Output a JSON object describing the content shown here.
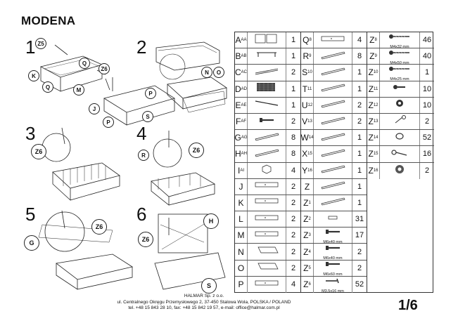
{
  "title": "MODENA",
  "steps": [
    "1",
    "2",
    "3",
    "4",
    "5",
    "6"
  ],
  "callouts": {
    "s1": [
      "Z5",
      "K",
      "Q",
      "Z6",
      "Q",
      "M",
      "J",
      "P",
      "P",
      "S"
    ],
    "s2": [
      "N",
      "O"
    ],
    "s3": [
      "Z6"
    ],
    "s4": [
      "R",
      "Z6"
    ],
    "s5": [
      "G",
      "Z6"
    ],
    "s6": [
      "Z6",
      "H",
      "S"
    ]
  },
  "parts": {
    "col1": [
      {
        "letter": "A",
        "sub": "AA",
        "qty": "1",
        "icon": "doors-icon"
      },
      {
        "letter": "B",
        "sub": "AB",
        "qty": "1",
        "icon": "handle-icon"
      },
      {
        "letter": "C",
        "sub": "AC",
        "qty": "2",
        "icon": "rail-icon"
      },
      {
        "letter": "D",
        "sub": "AD",
        "qty": "1",
        "icon": "mesh-icon"
      },
      {
        "letter": "E",
        "sub": "AE",
        "qty": "1",
        "icon": "rod-icon"
      },
      {
        "letter": "F",
        "sub": "AF",
        "qty": "2",
        "icon": "bolt-icon"
      },
      {
        "letter": "G",
        "sub": "AG",
        "qty": "8",
        "icon": "slat-icon"
      },
      {
        "letter": "H",
        "sub": "AH",
        "qty": "8",
        "icon": "slat-icon"
      },
      {
        "letter": "I",
        "sub": "AI",
        "qty": "4",
        "icon": "block-icon"
      },
      {
        "letter": "J",
        "sub": "",
        "qty": "2",
        "icon": "board-icon"
      },
      {
        "letter": "K",
        "sub": "",
        "qty": "2",
        "icon": "board-icon"
      },
      {
        "letter": "L",
        "sub": "",
        "qty": "2",
        "icon": "board-icon"
      },
      {
        "letter": "M",
        "sub": "",
        "qty": "2",
        "icon": "board-icon"
      },
      {
        "letter": "N",
        "sub": "",
        "qty": "2",
        "icon": "panel-icon"
      },
      {
        "letter": "O",
        "sub": "",
        "qty": "2",
        "icon": "panel-icon"
      },
      {
        "letter": "P",
        "sub": "",
        "qty": "4",
        "icon": "board-icon"
      }
    ],
    "col2": [
      {
        "letter": "Q",
        "sub": "8",
        "qty": "4",
        "icon": "board-icon",
        "size": ""
      },
      {
        "letter": "R",
        "sub": "9",
        "qty": "8",
        "icon": "slat-icon",
        "size": ""
      },
      {
        "letter": "S",
        "sub": "10",
        "qty": "1",
        "icon": "slat-icon",
        "size": ""
      },
      {
        "letter": "T",
        "sub": "11",
        "qty": "1",
        "icon": "slat-icon",
        "size": ""
      },
      {
        "letter": "U",
        "sub": "12",
        "qty": "2",
        "icon": "slat-icon",
        "size": ""
      },
      {
        "letter": "V",
        "sub": "13",
        "qty": "2",
        "icon": "slat-icon",
        "size": ""
      },
      {
        "letter": "W",
        "sub": "14",
        "qty": "1",
        "icon": "slat-icon",
        "size": ""
      },
      {
        "letter": "X",
        "sub": "15",
        "qty": "1",
        "icon": "slat-icon",
        "size": ""
      },
      {
        "letter": "Y",
        "sub": "16",
        "qty": "1",
        "icon": "slat-icon",
        "size": ""
      },
      {
        "letter": "Z",
        "sub": "",
        "qty": "1",
        "icon": "slat-icon",
        "size": ""
      },
      {
        "letter": "Z",
        "sub": "1",
        "qty": "1",
        "icon": "slat-icon",
        "size": ""
      },
      {
        "letter": "Z",
        "sub": "2",
        "qty": "31",
        "icon": "dowel-icon",
        "size": ""
      },
      {
        "letter": "Z",
        "sub": "3",
        "qty": "17",
        "icon": "bolt-icon",
        "size": "M6x40 mm"
      },
      {
        "letter": "Z",
        "sub": "4",
        "qty": "2",
        "icon": "bolt-icon",
        "size": "M6x40 mm"
      },
      {
        "letter": "Z",
        "sub": "5",
        "qty": "2",
        "icon": "bolt-icon",
        "size": "M6x60 mm"
      },
      {
        "letter": "Z",
        "sub": "6",
        "qty": "52",
        "icon": "key-icon",
        "size": "M3,5x16 mm"
      }
    ],
    "col3": [
      {
        "letter": "Z",
        "sub": "8",
        "qty": "46",
        "icon": "screw-icon",
        "size": "M4x32 mm"
      },
      {
        "letter": "Z",
        "sub": "9",
        "qty": "40",
        "icon": "screw-icon",
        "size": "M4x50 mm"
      },
      {
        "letter": "Z",
        "sub": "10",
        "qty": "1",
        "icon": "screw-icon",
        "size": "M4x25 mm"
      },
      {
        "letter": "Z",
        "sub": "11",
        "qty": "10",
        "icon": "bracket-icon",
        "size": ""
      },
      {
        "letter": "Z",
        "sub": "12",
        "qty": "10",
        "icon": "clip-icon",
        "size": ""
      },
      {
        "letter": "Z",
        "sub": "13",
        "qty": "2",
        "icon": "nut-icon",
        "size": ""
      },
      {
        "letter": "Z",
        "sub": "14",
        "qty": "52",
        "icon": "pin-icon",
        "size": ""
      },
      {
        "letter": "Z",
        "sub": "15",
        "qty": "16",
        "icon": "nail-icon",
        "size": ""
      },
      {
        "letter": "Z",
        "sub": "16",
        "qty": "2",
        "icon": "washer-icon",
        "size": ""
      }
    ]
  },
  "footer": {
    "line1": "HALMAR Sp. z o.o.",
    "line2": "ul. Centralnego Okręgu Przemysłowego 2, 37-450 Stalowa Wola, POLSKA / POLAND",
    "line3": "tel. +48 15 843 28 10, fax: +48 15 842 19 57, e-mail: office@halmar.com.pl"
  },
  "page": "1/6"
}
